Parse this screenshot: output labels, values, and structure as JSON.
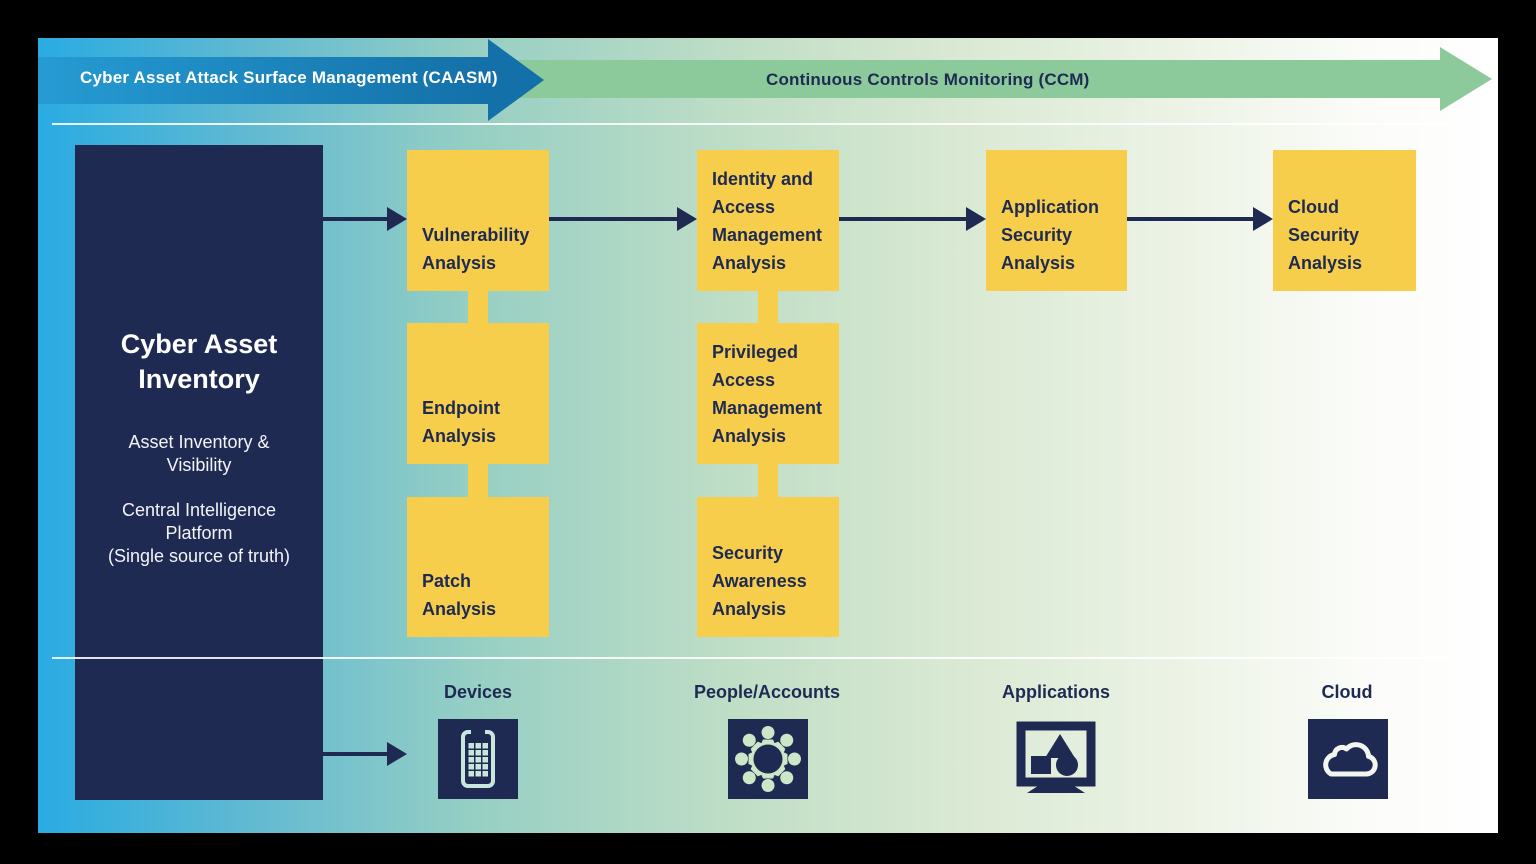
{
  "banner": {
    "caasm": {
      "label": "Cyber Asset Attack Surface Management (CAASM)",
      "color": "#1470A8"
    },
    "ccm": {
      "label": "Continuous Controls Monitoring (CCM)",
      "color": "#8CCA9C"
    }
  },
  "inventory": {
    "title": "Cyber Asset\nInventory",
    "subtitle1": "Asset Inventory &\nVisibility",
    "subtitle2": "Central Intelligence\nPlatform\n(Single source of truth)"
  },
  "analysis_columns": [
    {
      "boxes": [
        {
          "label": "Vulnerability\nAnalysis"
        },
        {
          "label": "Endpoint\nAnalysis"
        },
        {
          "label": "Patch\nAnalysis"
        }
      ]
    },
    {
      "boxes": [
        {
          "label": "Identity and\nAccess\nManagement\nAnalysis"
        },
        {
          "label": "Privileged\nAccess\nManagement\nAnalysis"
        },
        {
          "label": "Security\nAwareness\nAnalysis"
        }
      ]
    },
    {
      "boxes": [
        {
          "label": "Application\nSecurity\nAnalysis"
        }
      ]
    },
    {
      "boxes": [
        {
          "label": "Cloud\nSecurity\nAnalysis"
        }
      ]
    }
  ],
  "asset_types": [
    {
      "label": "Devices",
      "icon": "smartphone-grid-icon"
    },
    {
      "label": "People/Accounts",
      "icon": "people-circle-icon"
    },
    {
      "label": "Applications",
      "icon": "monitor-shapes-icon"
    },
    {
      "label": "Cloud",
      "icon": "cloud-icon"
    }
  ],
  "colors": {
    "navy": "#1F2A53",
    "box_yellow": "#F6CE4B",
    "caasm_blue": "#1470A8",
    "ccm_green": "#8CCA9C",
    "background_left": "#29ABE2",
    "background_right": "#FFFFFF",
    "icon_phone": "#C9E6DC",
    "icon_people": "#CBE7C7",
    "icon_cloud": "#F2F6EE"
  }
}
